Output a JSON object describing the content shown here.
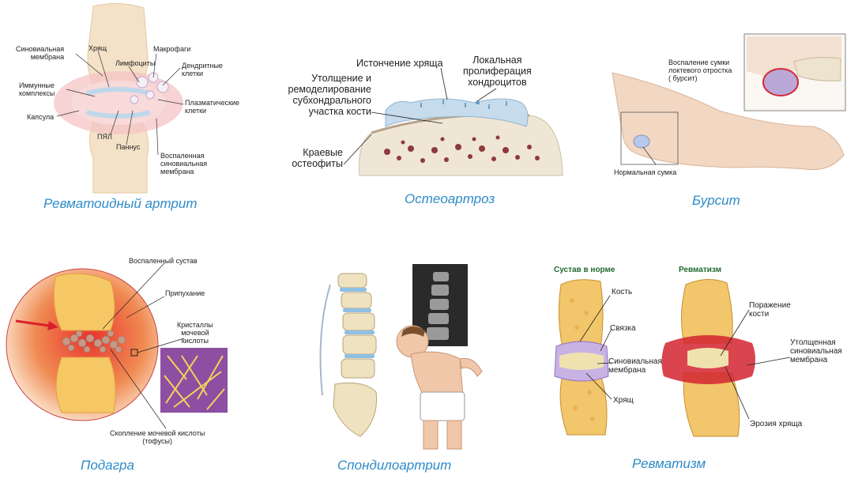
{
  "panels": {
    "ra": {
      "caption": "Ревматоидный артрит",
      "labels": {
        "synovial": "Синовиальная\nмембрана",
        "cartilage": "Хрящ",
        "immune": "Иммунные\nкомплексы",
        "capsule": "Капсула",
        "lymph": "Лимфоциты",
        "macro": "Макрофаги",
        "dendritic": "Дендритные\nклетки",
        "plasma": "Плазматические\nклетки",
        "pyal": "ПЯЛ",
        "pannus": "Паннус",
        "inflamed": "Воспаленная\nсиновиальная\nмембрана"
      }
    },
    "oa": {
      "caption": "Остеоартроз",
      "labels": {
        "thinning": "Истончение хряща",
        "prolif": "Локальная\nпролиферация\nхондроцитов",
        "thickening": "Утолщение и\nремоделирование\nсубхондрального\nучастка кости",
        "osteophytes": "Краевые\nостеофиты"
      }
    },
    "bursitis": {
      "caption": "Бурсит",
      "labels": {
        "inflamed": "Воспаление сумки\nлоктевого отростка\n( бурсит)",
        "normal": "Нормальная сумка"
      }
    },
    "gout": {
      "caption": "Подагра",
      "labels": {
        "inflamed": "Воспаленный сустав",
        "swelling": "Припухание",
        "crystals": "Кристаллы\nмочевой\nкислоты",
        "tophi": "Скопление мочевой кислоты\n(тофусы)"
      }
    },
    "spondy": {
      "caption": "Спондилоартрит"
    },
    "rheum": {
      "caption": "Ревматизм",
      "labels": {
        "normal_title": "Сустав в норме",
        "rheum_title": "Ревматизм",
        "bone": "Кость",
        "ligament": "Связка",
        "synovial": "Синовиальная\nмембрана",
        "cartilage": "Хрящ",
        "bone_damage": "Поражение\nкости",
        "thick_synovial": "Утолщенная\nсиновиальная\nмембрана",
        "erosion": "Эрозия хряща"
      }
    }
  },
  "colors": {
    "caption": "#2E8BC8",
    "bone": "#F2C66A",
    "inflammation": "#D8202A",
    "cartilage": "#A9C6DA",
    "synovial": "#B7A0D8"
  }
}
